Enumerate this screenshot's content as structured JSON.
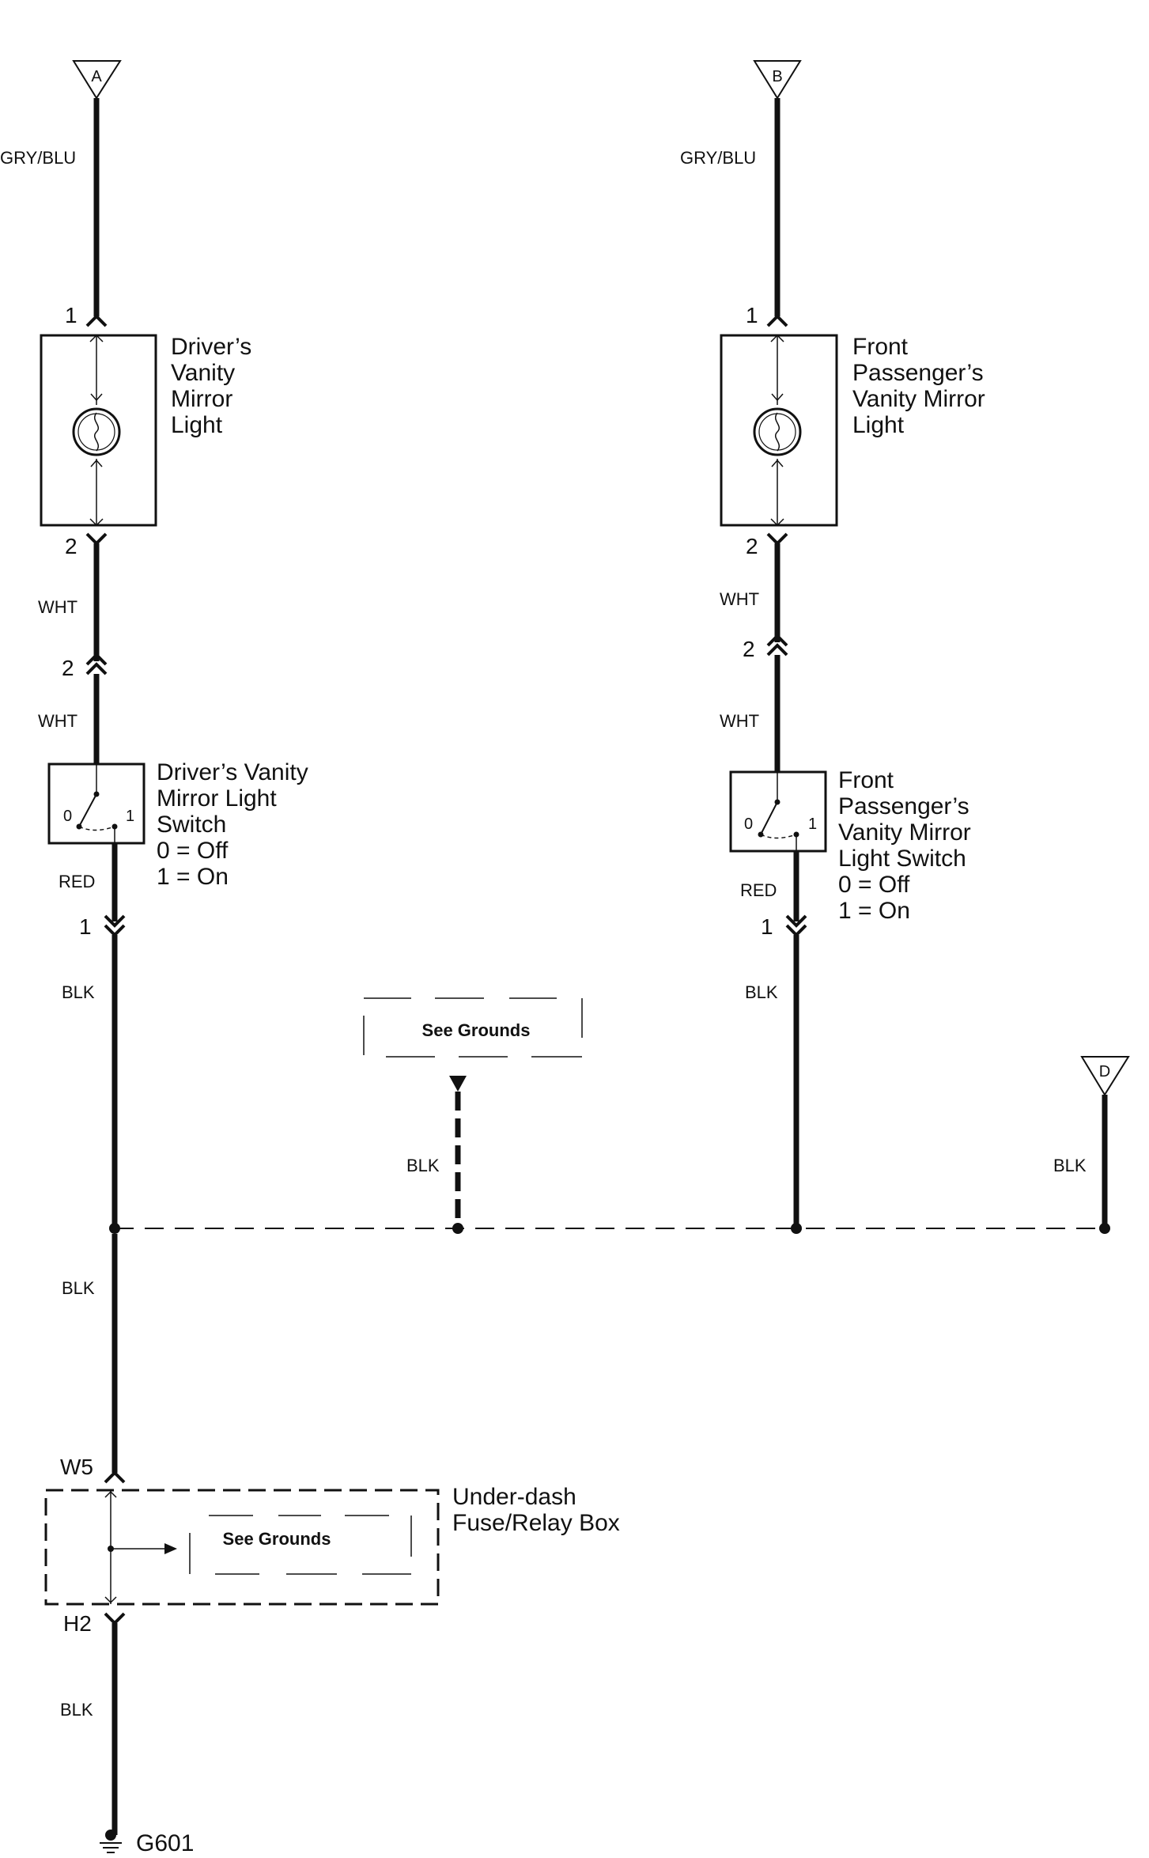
{
  "connectors": {
    "a": "A",
    "b": "B",
    "d": "D"
  },
  "wires": {
    "left_top": "GRY/BLU",
    "right_top": "GRY/BLU",
    "left_wht1": "WHT",
    "left_wht2": "WHT",
    "right_wht1": "WHT",
    "right_wht2": "WHT",
    "left_red": "RED",
    "right_red": "RED",
    "left_blk1": "BLK",
    "center_blk": "BLK",
    "right_blk": "BLK",
    "d_blk": "BLK",
    "left_blk2": "BLK",
    "left_blk3": "BLK"
  },
  "pins": {
    "left_lamp_1": "1",
    "left_lamp_2": "2",
    "left_inline_2": "2",
    "left_switch_1": "1",
    "right_lamp_1": "1",
    "right_lamp_2": "2",
    "right_inline_2": "2",
    "right_switch_1": "1",
    "w5": "W5",
    "h2": "H2"
  },
  "components": {
    "driver_light": [
      "Driver’s",
      "Vanity",
      "Mirror",
      "Light"
    ],
    "passenger_light": [
      "Front",
      "Passenger’s",
      "Vanity Mirror",
      "Light"
    ],
    "driver_switch": [
      "Driver’s Vanity",
      "Mirror Light",
      "Switch",
      "0 = Off",
      "1 = On"
    ],
    "passenger_switch": [
      "Front",
      "Passenger’s",
      "Vanity Mirror",
      "Light Switch",
      "0 = Off",
      "1 = On"
    ],
    "fuse_box": [
      "Under-dash",
      "Fuse/Relay Box"
    ],
    "switch_pos_off": "0",
    "switch_pos_on": "1"
  },
  "see_grounds": {
    "top": "See Grounds",
    "box": "See Grounds"
  },
  "ground": "G601"
}
